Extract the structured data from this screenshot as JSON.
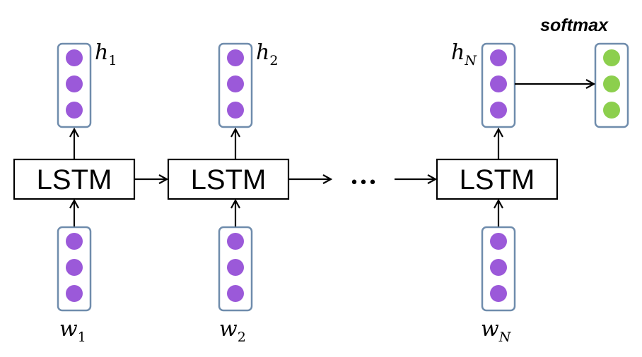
{
  "lstm_blocks": [
    {
      "label": "LSTM"
    },
    {
      "label": "LSTM"
    },
    {
      "label": "LSTM"
    }
  ],
  "ellipsis": "•••",
  "hidden_vectors": [
    {
      "symbol": "h",
      "subscript": "1"
    },
    {
      "symbol": "h",
      "subscript": "2"
    },
    {
      "symbol": "h",
      "subscript": "N"
    }
  ],
  "word_vectors": [
    {
      "symbol": "w",
      "subscript": "1"
    },
    {
      "symbol": "w",
      "subscript": "2"
    },
    {
      "symbol": "w",
      "subscript": "N"
    }
  ],
  "softmax": {
    "label": "softmax"
  },
  "colors": {
    "hidden_dot": "#9b59d9",
    "word_dot": "#9b59d9",
    "softmax_dot": "#8ccf4d",
    "vector_border": "#6f8cac",
    "line": "#000000"
  }
}
